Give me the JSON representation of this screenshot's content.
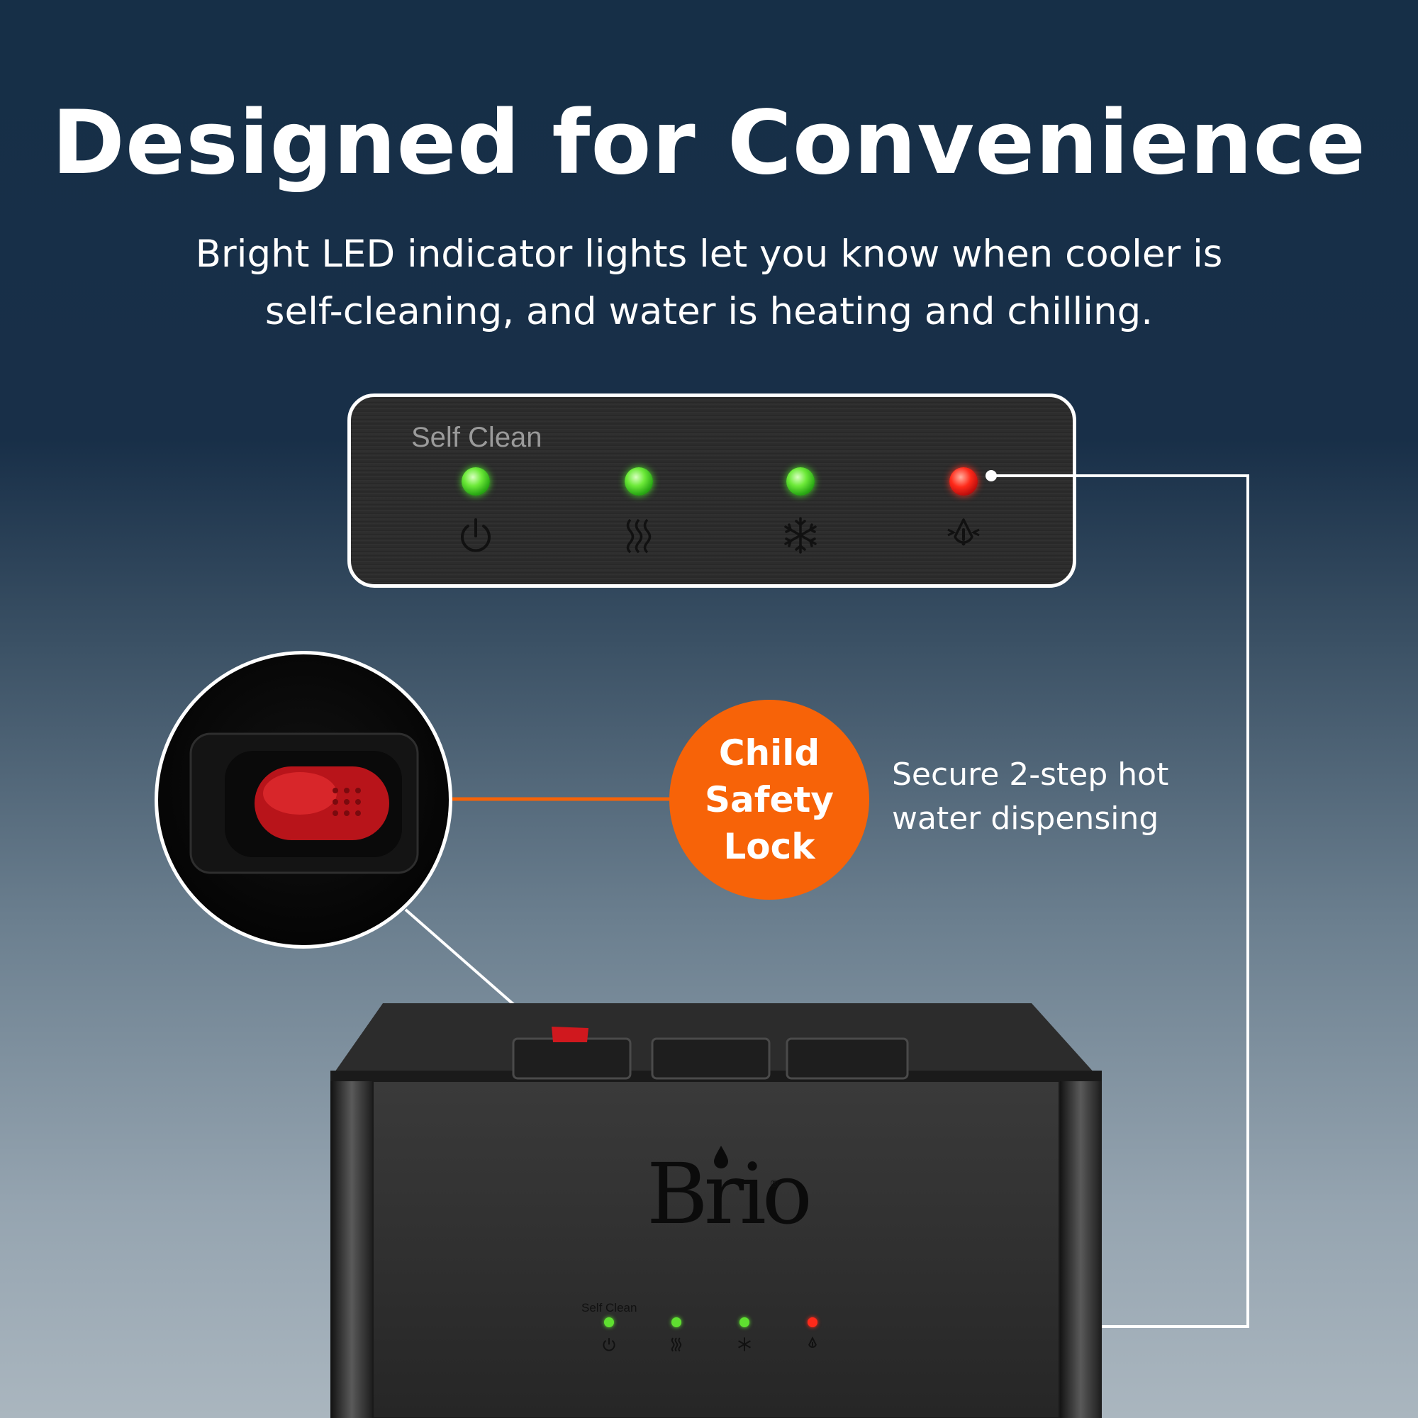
{
  "headline": "Designed for Convenience",
  "subline_line1": "Bright LED indicator lights let you know when cooler is",
  "subline_line2": "self-cleaning, and water is heating and chilling.",
  "panel": {
    "label": "Self Clean",
    "indicators": [
      {
        "icon": "power-icon",
        "led_color": "#4bd82a"
      },
      {
        "icon": "heat-waves-icon",
        "led_color": "#4bd82a"
      },
      {
        "icon": "snowflake-icon",
        "led_color": "#4bd82a"
      },
      {
        "icon": "empty-bottle-alert-icon",
        "led_color": "#ff2a1a"
      }
    ]
  },
  "badge": {
    "line1": "Child",
    "line2": "Safety",
    "line3": "Lock",
    "color": "#f76308"
  },
  "secure_line1": "Secure 2-step hot",
  "secure_line2": "water dispensing",
  "cooler": {
    "brand": "Brio",
    "trademark": "®",
    "small_label": "Self Clean"
  },
  "colors": {
    "background_top": "#162f47",
    "background_bottom": "#aab6bf",
    "callout_line": "#ffffff",
    "accent_orange": "#f76308"
  }
}
